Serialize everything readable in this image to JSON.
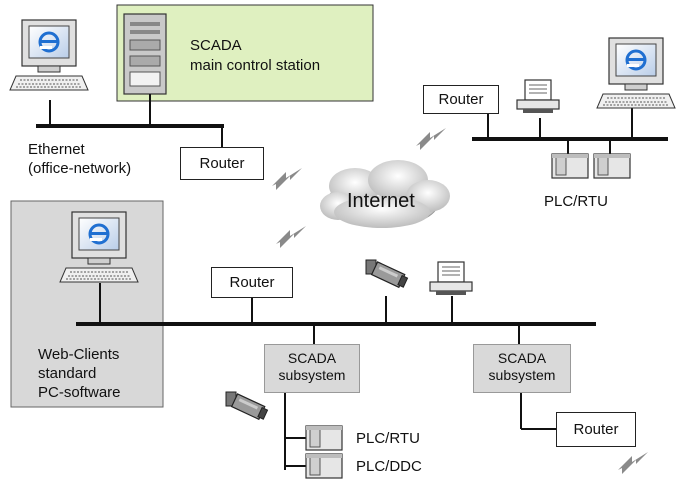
{
  "scada_main": {
    "line1": "SCADA",
    "line2": "main control station"
  },
  "office_net": {
    "line1": "Ethernet",
    "line2": "(office-network)"
  },
  "routers": {
    "office": "Router",
    "remote": "Router",
    "field": "Router",
    "subsystem": "Router"
  },
  "internet": "Internet",
  "remote_plc": "PLC/RTU",
  "web_clients": {
    "line1": "Web-Clients",
    "line2": "standard",
    "line3": "PC-software"
  },
  "subsystems": [
    {
      "line1": "SCADA",
      "line2": "subsystem"
    },
    {
      "line1": "SCADA",
      "line2": "subsystem"
    }
  ],
  "devices": {
    "plc_rtu": "PLC/RTU",
    "plc_ddc": "PLC/DDC"
  },
  "colors": {
    "scada_fill": "#dff0c0",
    "web_client_fill": "#d8d8d8",
    "subsystem_fill": "#d9d9d9",
    "cloud_fill": "#e8e8e8"
  },
  "icons": [
    "computer-icon",
    "server-tower-icon",
    "printer-icon",
    "camera-icon",
    "plc-module-icon",
    "lightning-link-icon",
    "cloud-icon"
  ]
}
